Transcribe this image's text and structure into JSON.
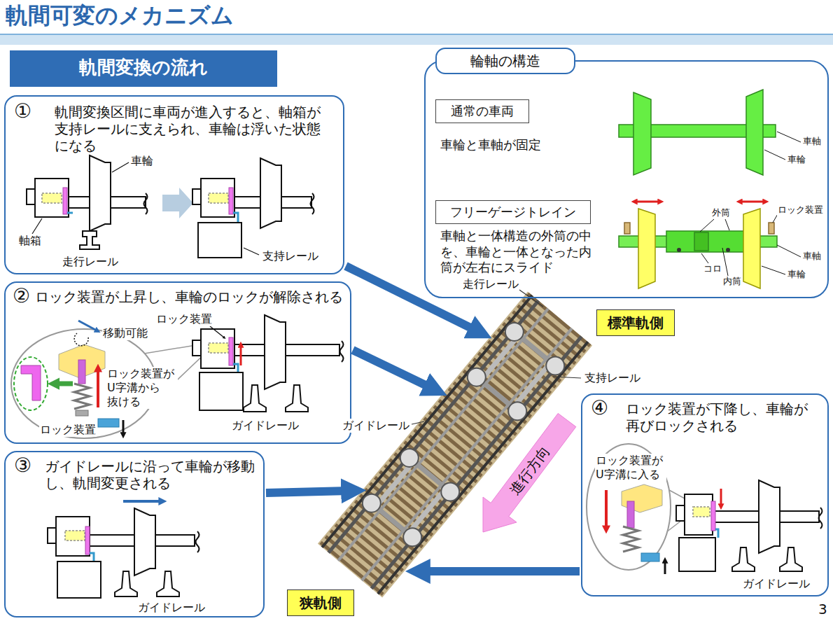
{
  "diagram": {
    "title": "軌間可変のメカニズム",
    "nodes": [
      {
        "text": [
          "軌間変換の流れ"
        ]
      },
      {
        "text": [
          "①",
          "軌間変換区間に車両が進入すると、軸箱が支持レールに支えられ、車輪は浮いた状態になる"
        ]
      },
      {
        "text": [
          "②",
          "ロック装置が上昇し、車輪のロックが解除される"
        ]
      },
      {
        "text": [
          "③",
          "ガイドレールに沿って車輪が移動し、軌間変更される"
        ]
      },
      {
        "text": [
          "輪軸の構造"
        ]
      },
      {
        "text": [
          "通常の車両"
        ],
        "in": 4
      },
      {
        "text": [
          "フリーゲージトレイン"
        ],
        "in": 4
      },
      {
        "text": [
          "標準軌側"
        ]
      },
      {
        "text": [
          "④",
          "ロック装置が下降し、車輪が再びロックされる"
        ]
      },
      {
        "text": [
          "狭軌側"
        ]
      }
    ],
    "labels": [
      "車輪",
      "軸箱",
      "走行レール",
      "支持レール",
      "ロック装置",
      "移動可能",
      "ロック装置が U字溝から 抜ける",
      "ロック装置",
      "ガイドレール",
      "ガイドレール",
      "車輪と車軸が固定",
      "車軸",
      "車輪",
      "車軸と一体構造の外筒の中を、車輪と一体となった内筒が左右にスライド",
      "外筒",
      "ロック装置",
      "コロ",
      "内筒",
      "車軸",
      "車輪",
      "走行レール",
      "支持レール",
      "ガイドレール",
      "進行方向",
      "ロック装置が U字溝に入る",
      "ガイドレール",
      "3"
    ]
  }
}
